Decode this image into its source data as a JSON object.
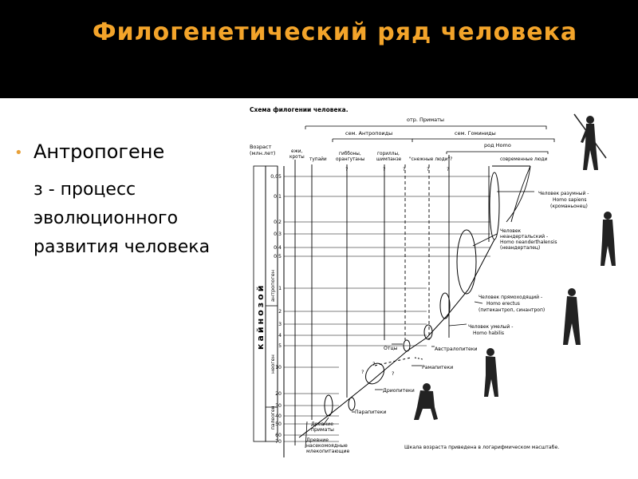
{
  "slide": {
    "title": "Филогенетический ряд человека",
    "bullet_heading": "Антропогене",
    "bullet_text": "з - процесс эволюционного развития человека"
  },
  "diagram": {
    "title": "Схема филогении человека.",
    "order": "отр. Приматы",
    "families": [
      "сем. Антропоиды",
      "сем. Гоминиды"
    ],
    "genus": "род Homo",
    "age_axis_label": "Возраст (млн.лет)",
    "columns": [
      "ежи, кроты",
      "тупайи",
      "гиббоны, орангутаны",
      "гориллы, шимпанзе",
      "\"снежные люди\"?",
      "современные люди"
    ],
    "era": "кайнозой",
    "periods": [
      "антропоген",
      "неоген",
      "палеоген"
    ],
    "ticks": [
      "0,05",
      "0,1",
      "0,2",
      "0,3",
      "0,4",
      "0,5",
      "1",
      "2",
      "3",
      "4",
      "5",
      "10",
      "20",
      "30",
      "40",
      "50",
      "60",
      "70"
    ],
    "labels": {
      "sapiens": "Человек разумный - Homo sapiens (кроманьонец)",
      "neanderthal": "Человек неандертальский - Homo neanderthalensis (неандерталец)",
      "erectus": "Человек прямоходящий - Homo erectus (питекантроп, синантроп)",
      "habilis": "Человек умелый - Homo habilis",
      "otsy": "Отцы",
      "australopithecus": "Австралопитеки",
      "ramapithecus": "Рамапитеки",
      "dryopithecus": "Дриопитеки",
      "parapithecus": "Парапитеки",
      "ancient_primates": "Древние приматы",
      "insectivores": "Древние насекомоядные млекопитающие",
      "scale_note": "Шкала возраста приведена в логарифмическом масштабе."
    },
    "question_mark": "?"
  }
}
